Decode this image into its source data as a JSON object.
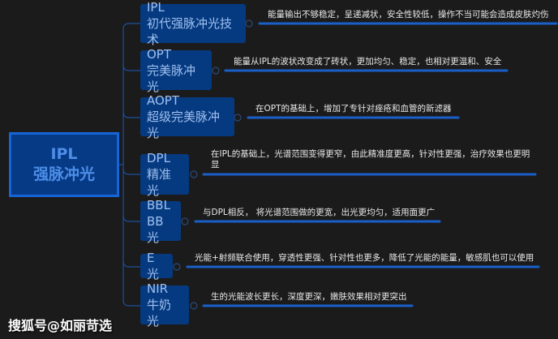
{
  "root": {
    "line1": "IPL",
    "line2": "强脉冲光"
  },
  "nodes": [
    {
      "abbr": "IPL",
      "name": "初代强脉冲光技术",
      "desc": "能量输出不够稳定，呈递减状，安全性较低，操作不当可能会造成皮肤灼伤"
    },
    {
      "abbr": "OPT",
      "name": "完美脉冲光",
      "desc": "能量从IPL的波状改变成了砖状，更加均匀、稳定，也相对更温和、安全"
    },
    {
      "abbr": "AOPT",
      "name": "超级完美脉冲光",
      "desc": "在OPT的基础上，增加了专针对痤疮和血管的新滤器"
    },
    {
      "abbr": "DPL",
      "name": "精准光",
      "desc": "在IPL的基础上，光谱范围变得更窄，由此精准度更高，针对性更强，治疗效果也更明显"
    },
    {
      "abbr": "BBL",
      "name": "BB光",
      "desc": "与DPL相反， 将光谱范围做的更宽，出光更均匀，适用面更广"
    },
    {
      "abbr": "",
      "name": "E光",
      "desc": "光能+射频联合使用，穿透性更强、针对性也更多，降低了光能的能量，敏感肌也可以使用"
    },
    {
      "abbr": "NIR",
      "name": "牛奶光",
      "desc": "生的光能波长更长，深度更深，嫩肤效果相对更突出"
    }
  ],
  "watermark": "搜狐号@如丽苛选",
  "colors": {
    "background": "#1b1b1c",
    "node": "#063a80",
    "line": "#1a5fc8"
  }
}
